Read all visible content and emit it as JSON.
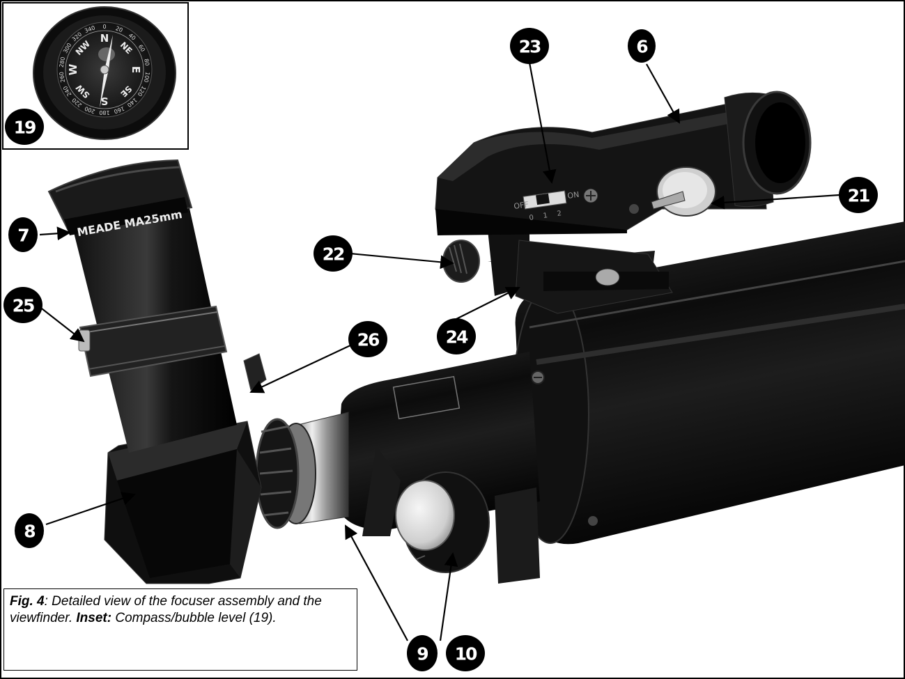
{
  "figure": {
    "eyepiece_label": "MEADE MA25mm",
    "finder_switch_labels": {
      "off": "OFF",
      "on": "ON",
      "positions": [
        "0",
        "1",
        "2"
      ]
    },
    "compass": {
      "cardinals": [
        "N",
        "NE",
        "E",
        "SE",
        "S",
        "SW",
        "W",
        "NW"
      ],
      "degree_marks": [
        "0",
        "20",
        "40",
        "60",
        "80",
        "100",
        "120",
        "140",
        "160",
        "180",
        "200",
        "220",
        "240",
        "260",
        "280",
        "300",
        "320",
        "340"
      ]
    },
    "callouts": [
      {
        "id": "6",
        "label": "6"
      },
      {
        "id": "7",
        "label": "7"
      },
      {
        "id": "8",
        "label": "8"
      },
      {
        "id": "9",
        "label": "9"
      },
      {
        "id": "10",
        "label": "10"
      },
      {
        "id": "19",
        "label": "19"
      },
      {
        "id": "21",
        "label": "21"
      },
      {
        "id": "22",
        "label": "22"
      },
      {
        "id": "23",
        "label": "23"
      },
      {
        "id": "24",
        "label": "24"
      },
      {
        "id": "25",
        "label": "25"
      },
      {
        "id": "26",
        "label": "26"
      }
    ]
  },
  "caption": {
    "fig_label": "Fig. 4",
    "fig_text": ": Detailed view of the focuser assembly and the viewfinder.",
    "inset_label": "Inset:",
    "inset_text": " Compass/bubble level (19)."
  }
}
